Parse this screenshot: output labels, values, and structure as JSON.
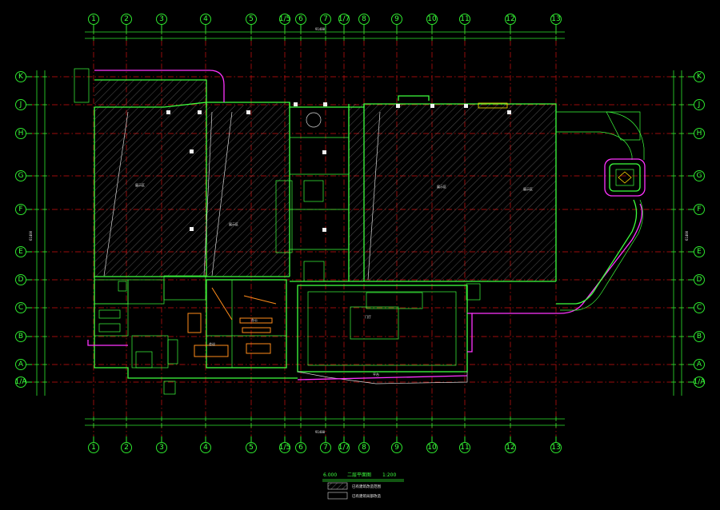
{
  "drawing": {
    "axes_x": [
      "1",
      "2",
      "3",
      "4",
      "5",
      "1/5",
      "6",
      "7",
      "1/7",
      "8",
      "9",
      "10",
      "11",
      "12",
      "13"
    ],
    "axes_y": [
      "K",
      "J",
      "H",
      "G",
      "F",
      "E",
      "D",
      "C",
      "B",
      "A",
      "1/A"
    ],
    "dims_top_overall": "91400",
    "dims_bottom_overall": "91400",
    "dims_side_overall": "61400",
    "rooms": [
      "展示区",
      "展示区",
      "展示区",
      "展示区",
      "办公",
      "会议",
      "门厅",
      "平台"
    ],
    "caption": {
      "elevation": "6.000",
      "title": "二层平面图",
      "scale": "1:200"
    },
    "legend": [
      {
        "text": "已有建筑改造范围"
      },
      {
        "text": "已有建筑局部改造"
      }
    ],
    "colors": {
      "background": "#000000",
      "grid": "#d01010",
      "wall": "#3dff3d",
      "boundary": "#ff33ff",
      "furniture": "#ff8c1a"
    }
  }
}
